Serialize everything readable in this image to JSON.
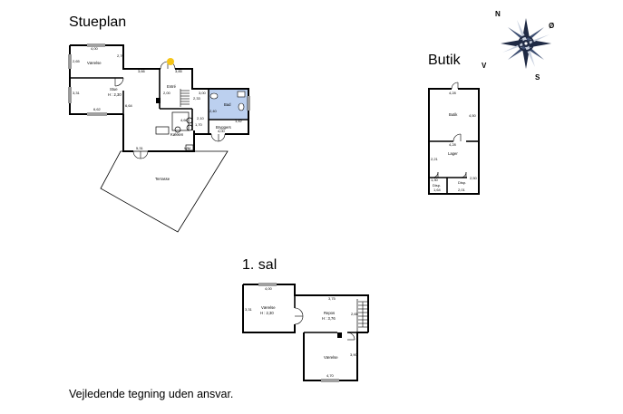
{
  "headings": {
    "ground_floor": "Stueplan",
    "shop": "Butik",
    "first_floor": "1. sal"
  },
  "disclaimer": "Vejledende tegning uden ansvar.",
  "compass": {
    "n": "N",
    "o": "Ø",
    "s": "S",
    "v": "V"
  },
  "ground_floor": {
    "rooms": {
      "vaerelse": "Værelse",
      "stue": "Stue",
      "stue_height": "H : 2,30",
      "entre": "Entré",
      "bad": "Bad",
      "bryggers": "Bryggers",
      "koekken": "Køkken",
      "terrasse": "Terrasse",
      "wm": "WM"
    },
    "dims": {
      "d1": "4,00",
      "d2": "2,65",
      "d3": "3,31",
      "d4": "6,62",
      "d5": "2,70",
      "d6": "3,66",
      "d7": "3,85",
      "d8": "6,64",
      "d9": "2,00",
      "d10": "2,33",
      "d11": "5,31",
      "d12": "3,00",
      "d13": "2,40",
      "d14": "2,10",
      "d15": "1,42",
      "d16": "4,66",
      "d17": "1,70",
      "d18": "4,00"
    }
  },
  "shop": {
    "rooms": {
      "butik": "Butik",
      "lager": "Lager",
      "disp1": "Disp.",
      "disp2": "Disp."
    },
    "dims": {
      "d1": "4,28",
      "d2": "4,50",
      "d3": "4,28",
      "d4": "2,21",
      "d5": "2,50",
      "d6": "1,30",
      "d7": "1,64",
      "d8": "2,01"
    }
  },
  "first_floor": {
    "rooms": {
      "vaerelse1": "Værelse",
      "vaerelse1_height": "H : 2,30",
      "repos": "Repos",
      "repos_height": "H : 3,76",
      "vaerelse2": "Værelse"
    },
    "dims": {
      "d1": "4,00",
      "d2": "3,31",
      "d3": "3,75",
      "d4": "2,65",
      "d5": "3,90",
      "d6": "4,70"
    }
  }
}
